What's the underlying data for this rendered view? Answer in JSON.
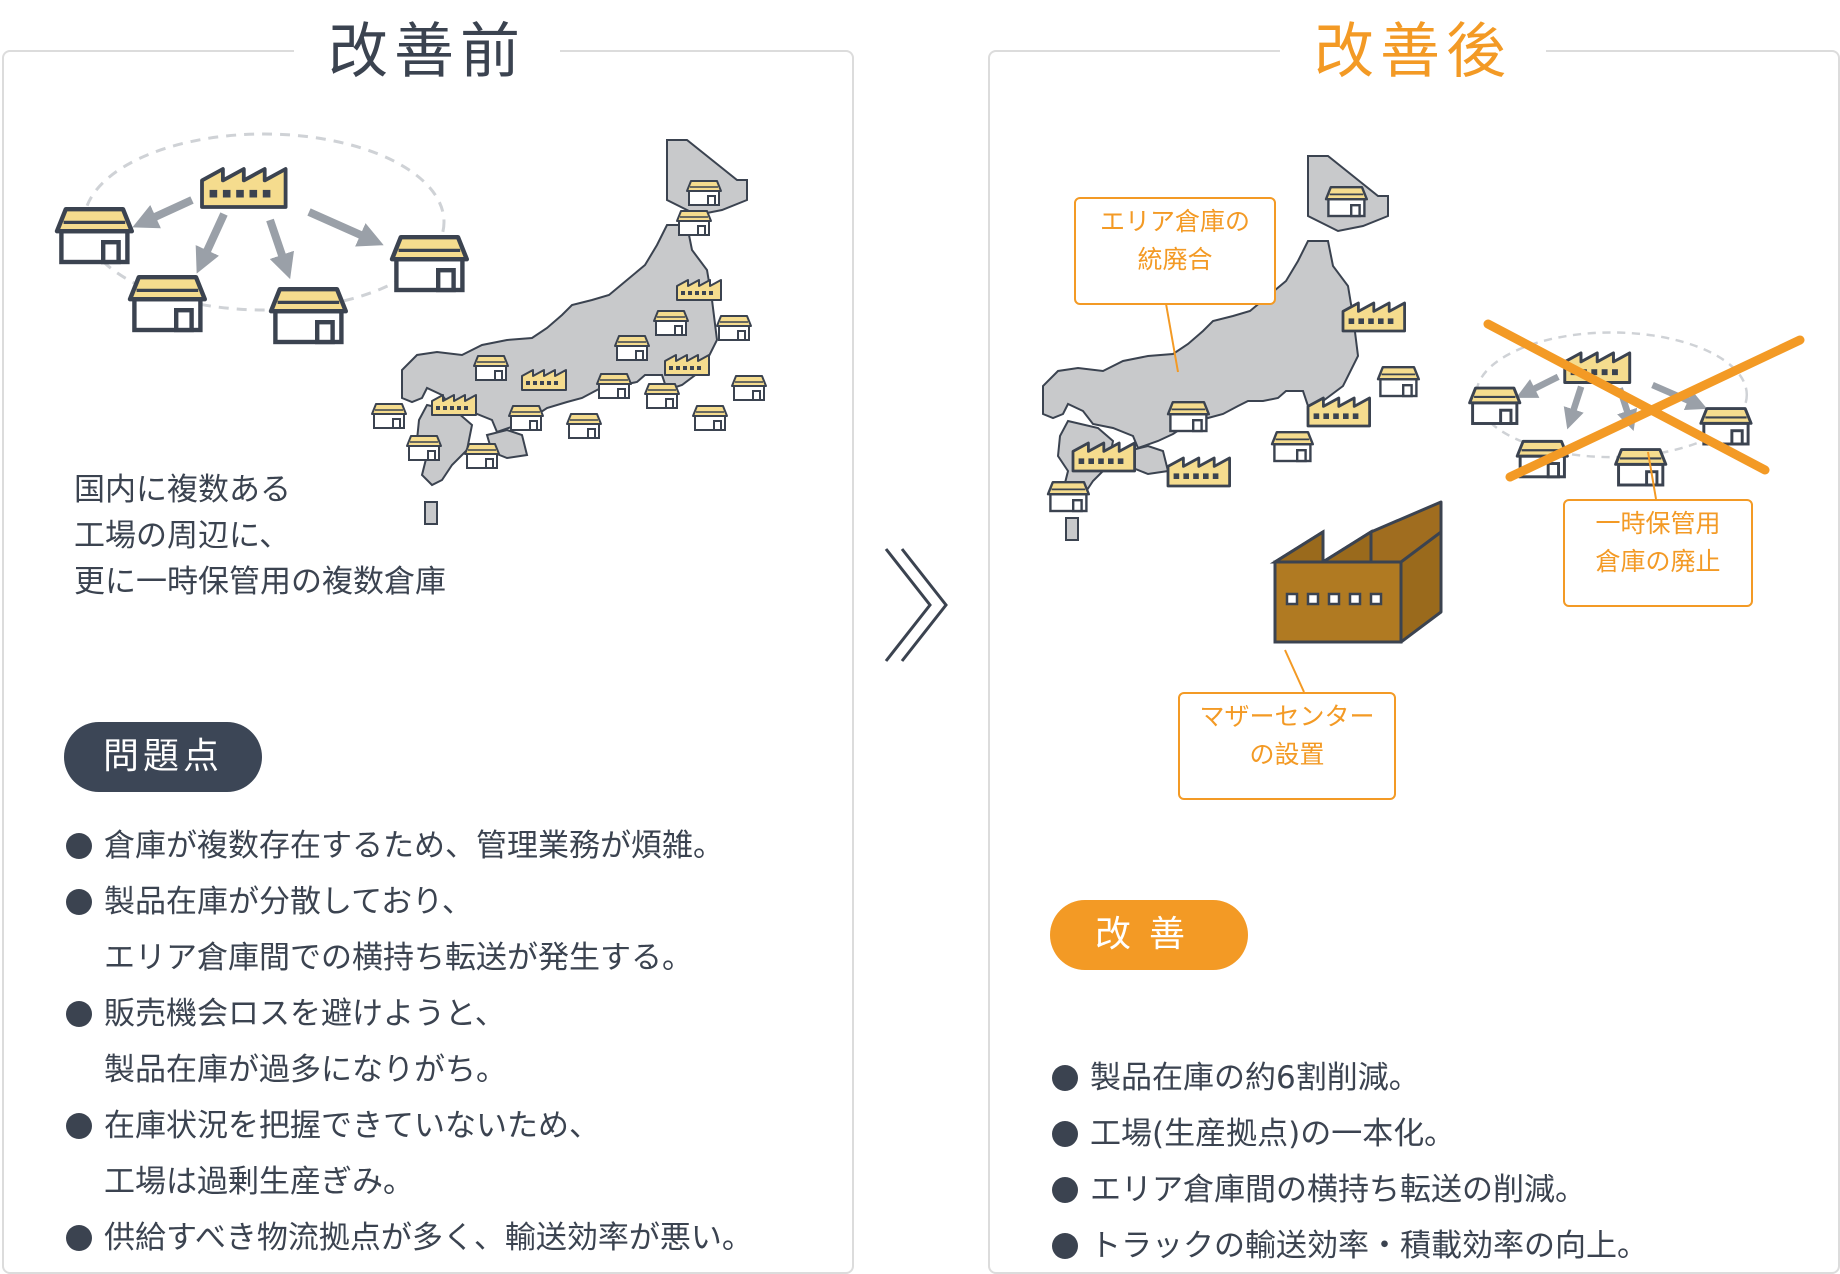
{
  "before": {
    "title": "改善前",
    "description": [
      "国内に複数ある",
      "工場の周辺に、",
      "更に一時保管用の複数倉庫"
    ],
    "problems_label": "問題点",
    "problems": [
      [
        "倉庫が複数存在するため、管理業務が煩雑。"
      ],
      [
        "製品在庫が分散しており、",
        "エリア倉庫間での横持ち転送が発生する。"
      ],
      [
        "販売機会ロスを避けようと、",
        "製品在庫が過多になりがち。"
      ],
      [
        "在庫状況を把握できていないため、",
        "工場は過剰生産ぎみ。"
      ],
      [
        "供給すべき物流拠点が多く、輸送効率が悪い。"
      ]
    ]
  },
  "after": {
    "title": "改善後",
    "callouts": {
      "consolidation": [
        "エリア倉庫の",
        "統廃合"
      ],
      "mother_center": [
        "マザーセンター",
        "の設置"
      ],
      "abolish": [
        "一時保管用",
        "倉庫の廃止"
      ]
    },
    "improvements_label": "改善",
    "improvements": [
      "製品在庫の約6割削減。",
      "工場(生産拠点)の一本化。",
      "エリア倉庫間の横持ち転送の削減。",
      "トラックの輸送効率・積載効率の向上。"
    ]
  },
  "colors": {
    "dark": "#3b4350",
    "pill_dark": "#3c4656",
    "accent_orange": "#f39a25",
    "map_gray": "#c8c9cb",
    "factory_yellow": "#f5dc8e",
    "mother_center_brown": "#b07a22",
    "arrow_gray": "#9aa0a8"
  },
  "icons": [
    "factory-icon",
    "warehouse-icon",
    "japan-map",
    "cross-mark",
    "double-chevron-icon"
  ]
}
